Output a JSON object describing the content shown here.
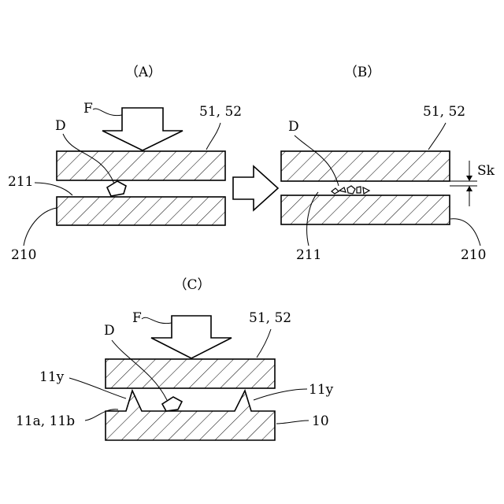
{
  "panels": {
    "a": {
      "title": "（A）",
      "force": "F",
      "debris": "D",
      "plates": "51, 52",
      "surface": "211",
      "base": "210"
    },
    "b": {
      "title": "（B）",
      "debris": "D",
      "plates": "51, 52",
      "gap": "Sk",
      "surface": "211",
      "base": "210"
    },
    "c": {
      "title": "（C）",
      "force": "F",
      "debris": "D",
      "plates": "51, 52",
      "protrusion_left": "11y",
      "protrusion_right": "11y",
      "part_labels": "11a, 11b",
      "base": "10"
    }
  },
  "colors": {
    "line": "#000000",
    "background": "#ffffff"
  }
}
